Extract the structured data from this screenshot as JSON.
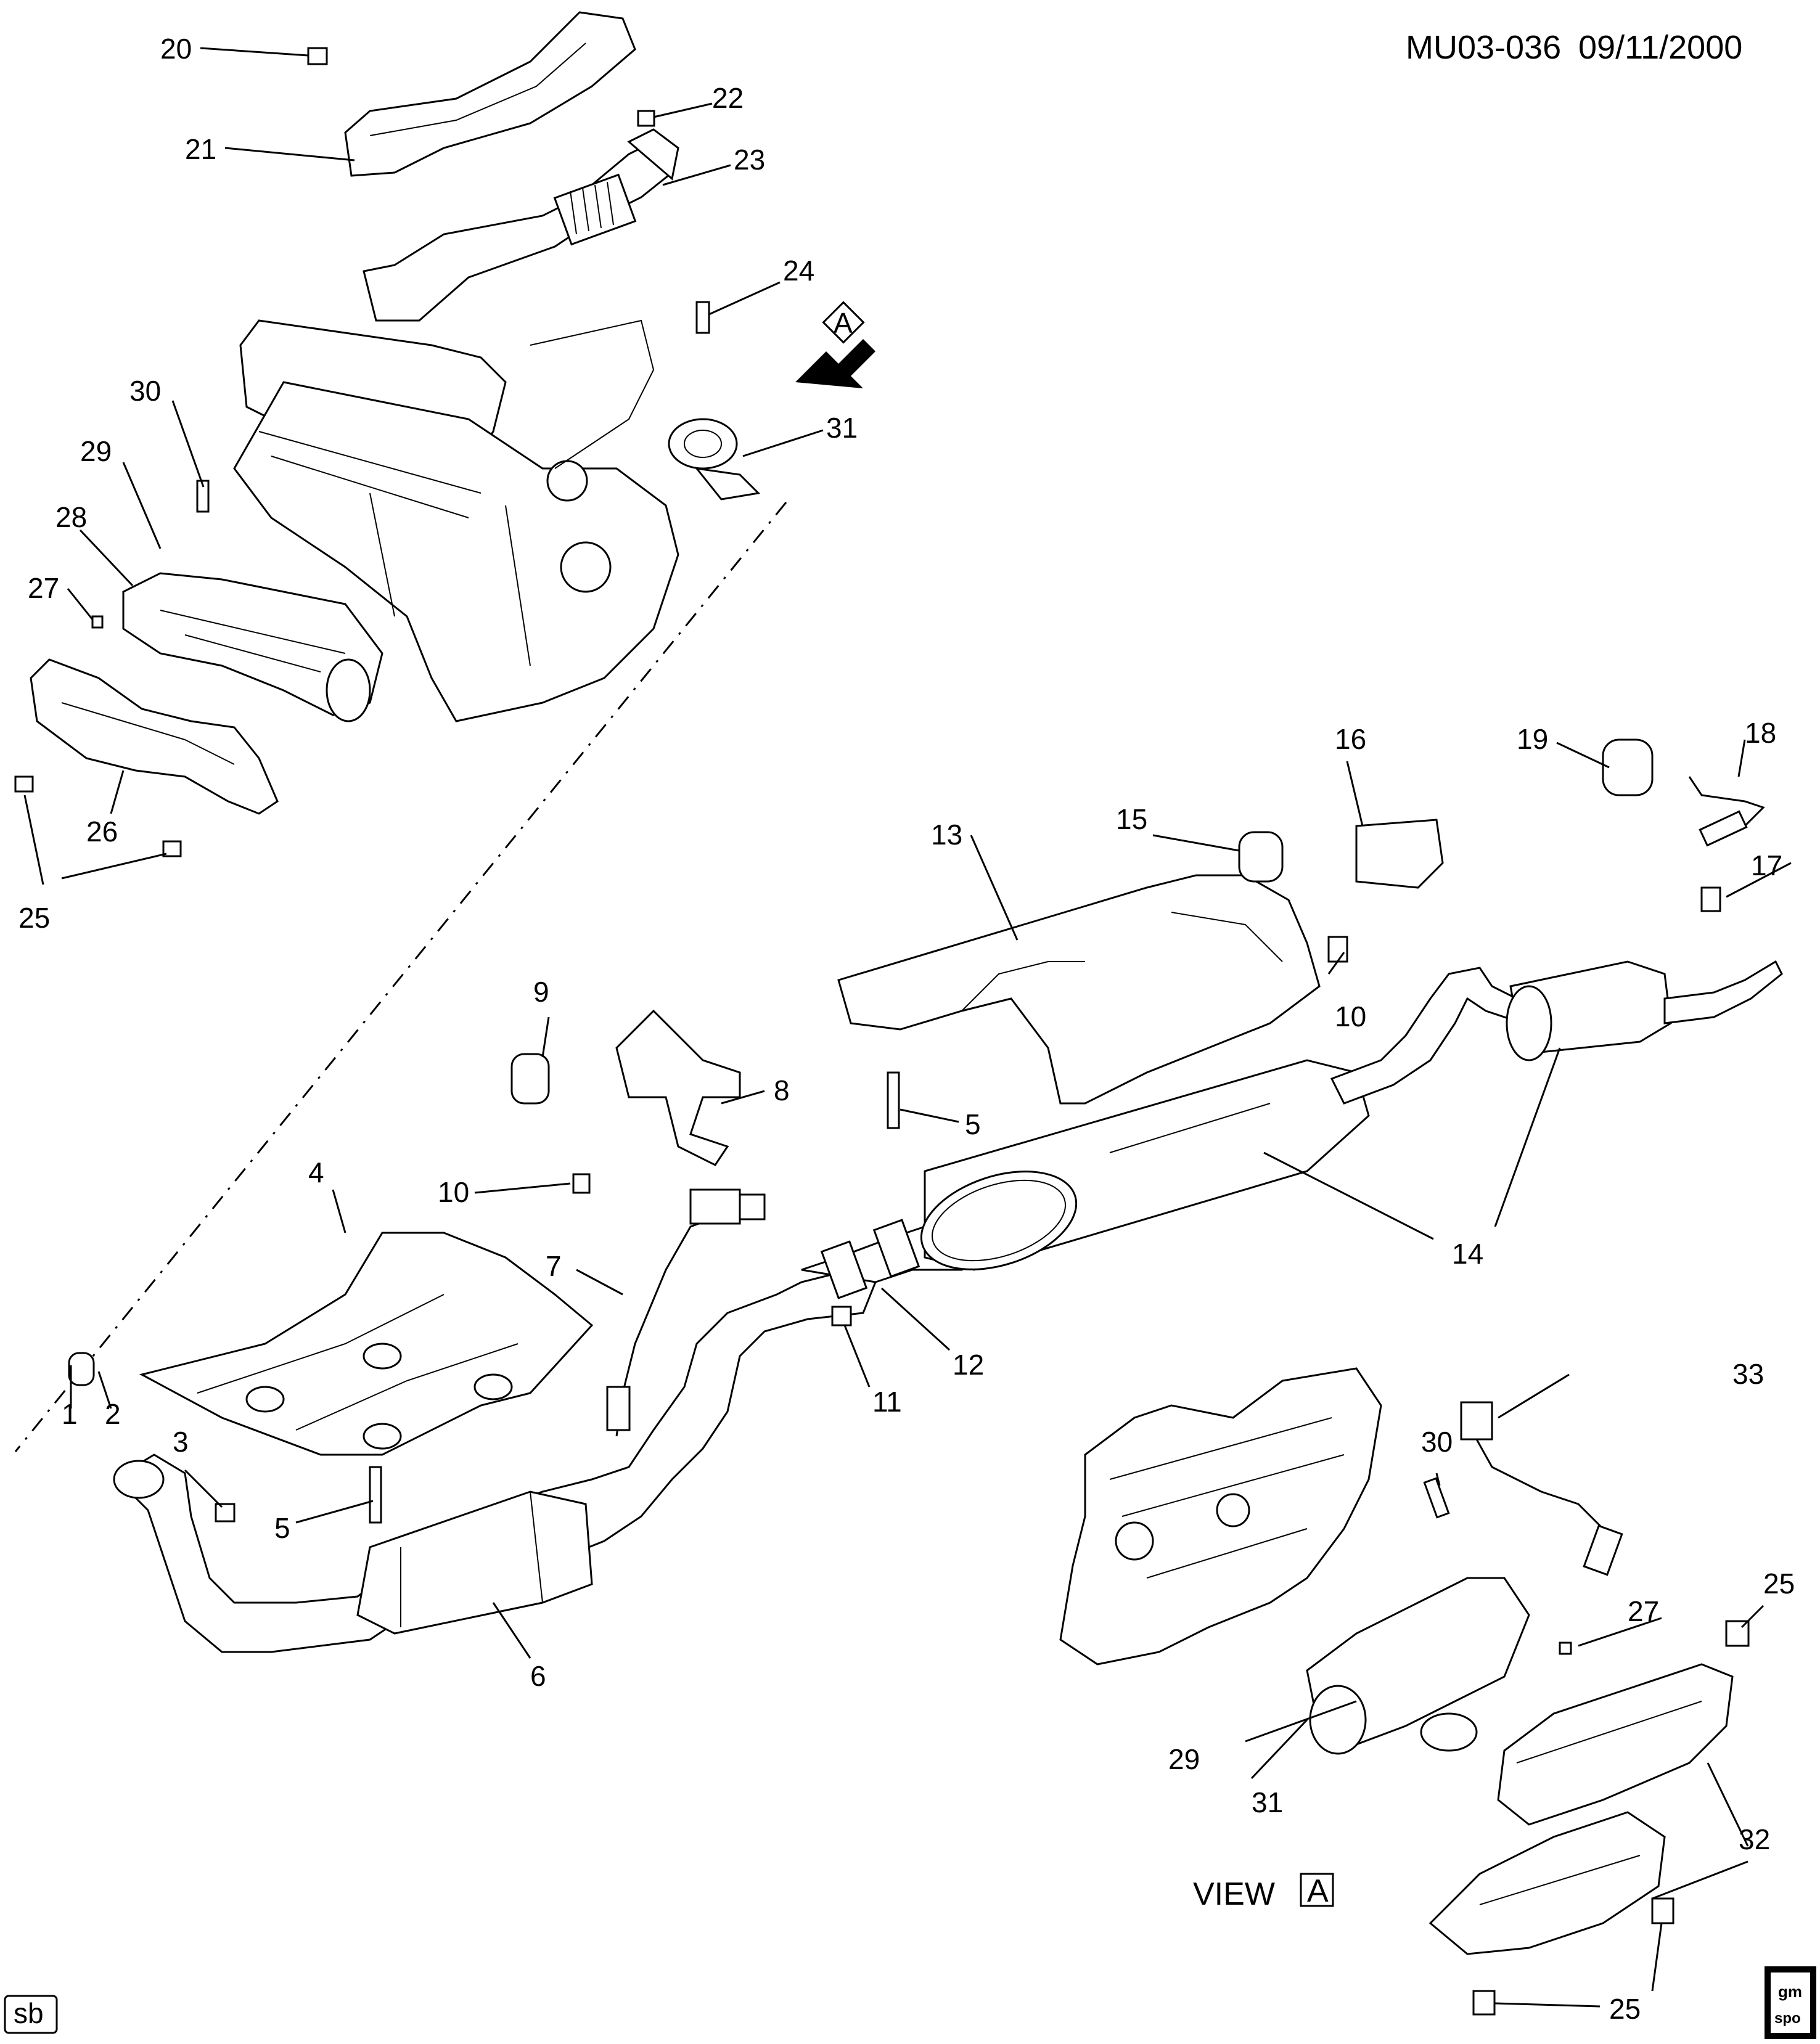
{
  "header": {
    "drawing_id": "MU03-036",
    "date": "09/11/2000"
  },
  "footer": {
    "left_tag": "sb",
    "logo_text_top": "gm",
    "logo_text_bottom": "spo"
  },
  "view_label": {
    "word": "VIEW",
    "letter": "A"
  },
  "arrow_label": "A",
  "callouts": {
    "c1": "1",
    "c2": "2",
    "c3": "3",
    "c4": "4",
    "c5a": "5",
    "c5b": "5",
    "c6": "6",
    "c7": "7",
    "c8": "8",
    "c9": "9",
    "c10a": "10",
    "c10b": "10",
    "c11": "11",
    "c12": "12",
    "c13": "13",
    "c14": "14",
    "c15": "15",
    "c16": "16",
    "c17": "17",
    "c18": "18",
    "c19": "19",
    "c20": "20",
    "c21": "21",
    "c22": "22",
    "c23": "23",
    "c24": "24",
    "c25a": "25",
    "c25b": "25",
    "c25c": "25",
    "c26": "26",
    "c27a": "27",
    "c27b": "27",
    "c28": "28",
    "c29a": "29",
    "c29b": "29",
    "c30a": "30",
    "c30b": "30",
    "c31a": "31",
    "c31b": "31",
    "c32": "32",
    "c33": "33"
  }
}
